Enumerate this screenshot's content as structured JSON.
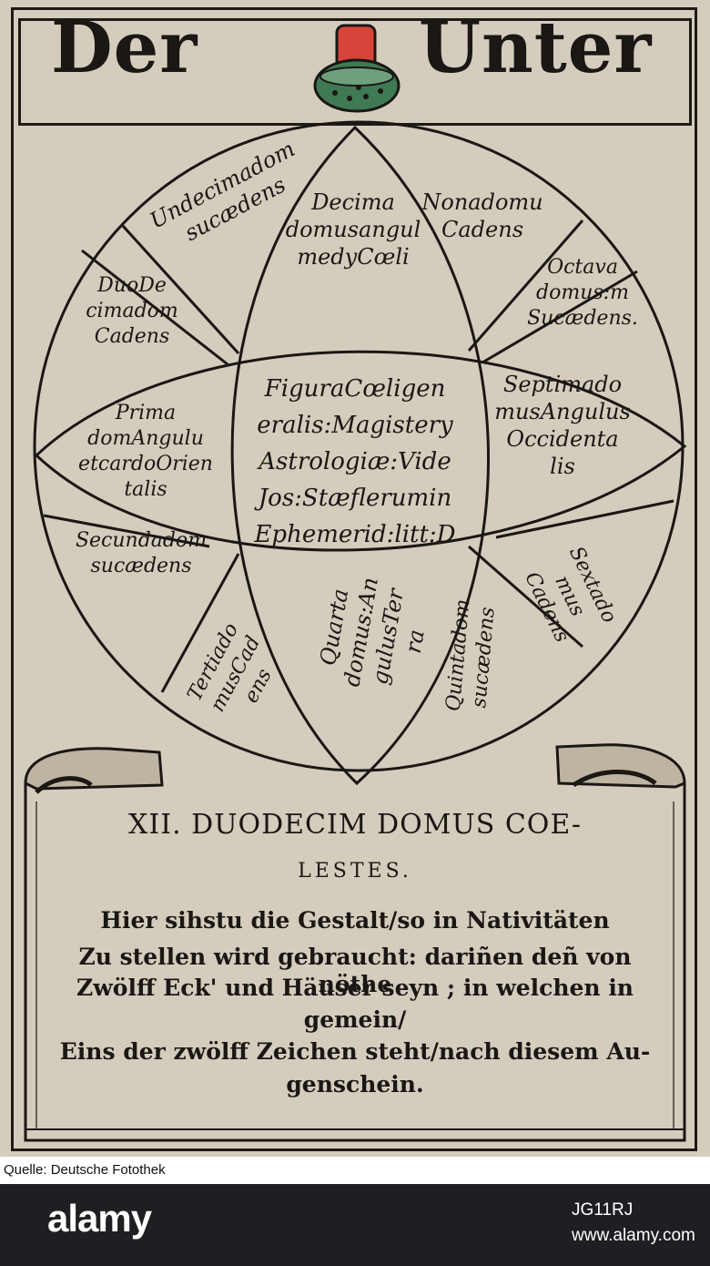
{
  "card": {
    "title_left": "Der",
    "title_right": "Unter",
    "suit_symbol": "acorn-icon",
    "houses": [
      {
        "lines": [
          "Undecimadom",
          "sucædens"
        ]
      },
      {
        "lines": [
          "Decima",
          "domusangul",
          "medyCœli"
        ]
      },
      {
        "lines": [
          "Nonadomu",
          "Cadens"
        ]
      },
      {
        "lines": [
          "Octava",
          "domus:m",
          "Sucædens."
        ]
      },
      {
        "lines": [
          "DuoDe",
          "cimadom",
          "Cadens"
        ]
      },
      {
        "lines": [
          "Prima",
          "domAngulu",
          "etcardoOrien",
          "talis"
        ]
      },
      {
        "lines": [
          "Septimado",
          "musAngulus",
          "Occidenta",
          "lis"
        ]
      },
      {
        "lines": [
          "Secundadom",
          "sucædens"
        ]
      },
      {
        "lines": [
          "Sextado",
          "mus",
          "Cadens"
        ]
      },
      {
        "lines": [
          "Tertiado",
          "musCad",
          "ens"
        ]
      },
      {
        "lines": [
          "Quarta",
          "domus:An",
          "gulusTer",
          "ra"
        ]
      },
      {
        "lines": [
          "Quintadom",
          "sucædens"
        ]
      }
    ],
    "center_lines": [
      "FiguraCœligen",
      "eralis:Magistery",
      "Astrologiæ:Vide",
      "Jos:Stæflerumin",
      "Ephemerid:litt:D"
    ],
    "caption_line1": "XII. DUODECIM DOMUS COE-",
    "caption_line2": "LESTES.",
    "verse": [
      "Hier sihstu die Gestalt/so in Nativitäten",
      "Zu stellen wird gebraucht: dariñen deñ von nöthe",
      "Zwölff Eck' und Häuser seyn ; in welchen in",
      "gemein/",
      "Eins der zwölff Zeichen steht/nach diesem Au-",
      "genschein."
    ]
  },
  "source_credit": "Quelle: Deutsche Fotothek",
  "watermark": {
    "logo": "alamy",
    "image_id": "JG11RJ",
    "url": "www.alamy.com"
  },
  "colors": {
    "paper": "#d4cdbd",
    "ink": "#1a1714",
    "acorn_cap": "#d8443a",
    "acorn_body": "#3f7a55",
    "watermark_bar": "#1e1f22"
  }
}
